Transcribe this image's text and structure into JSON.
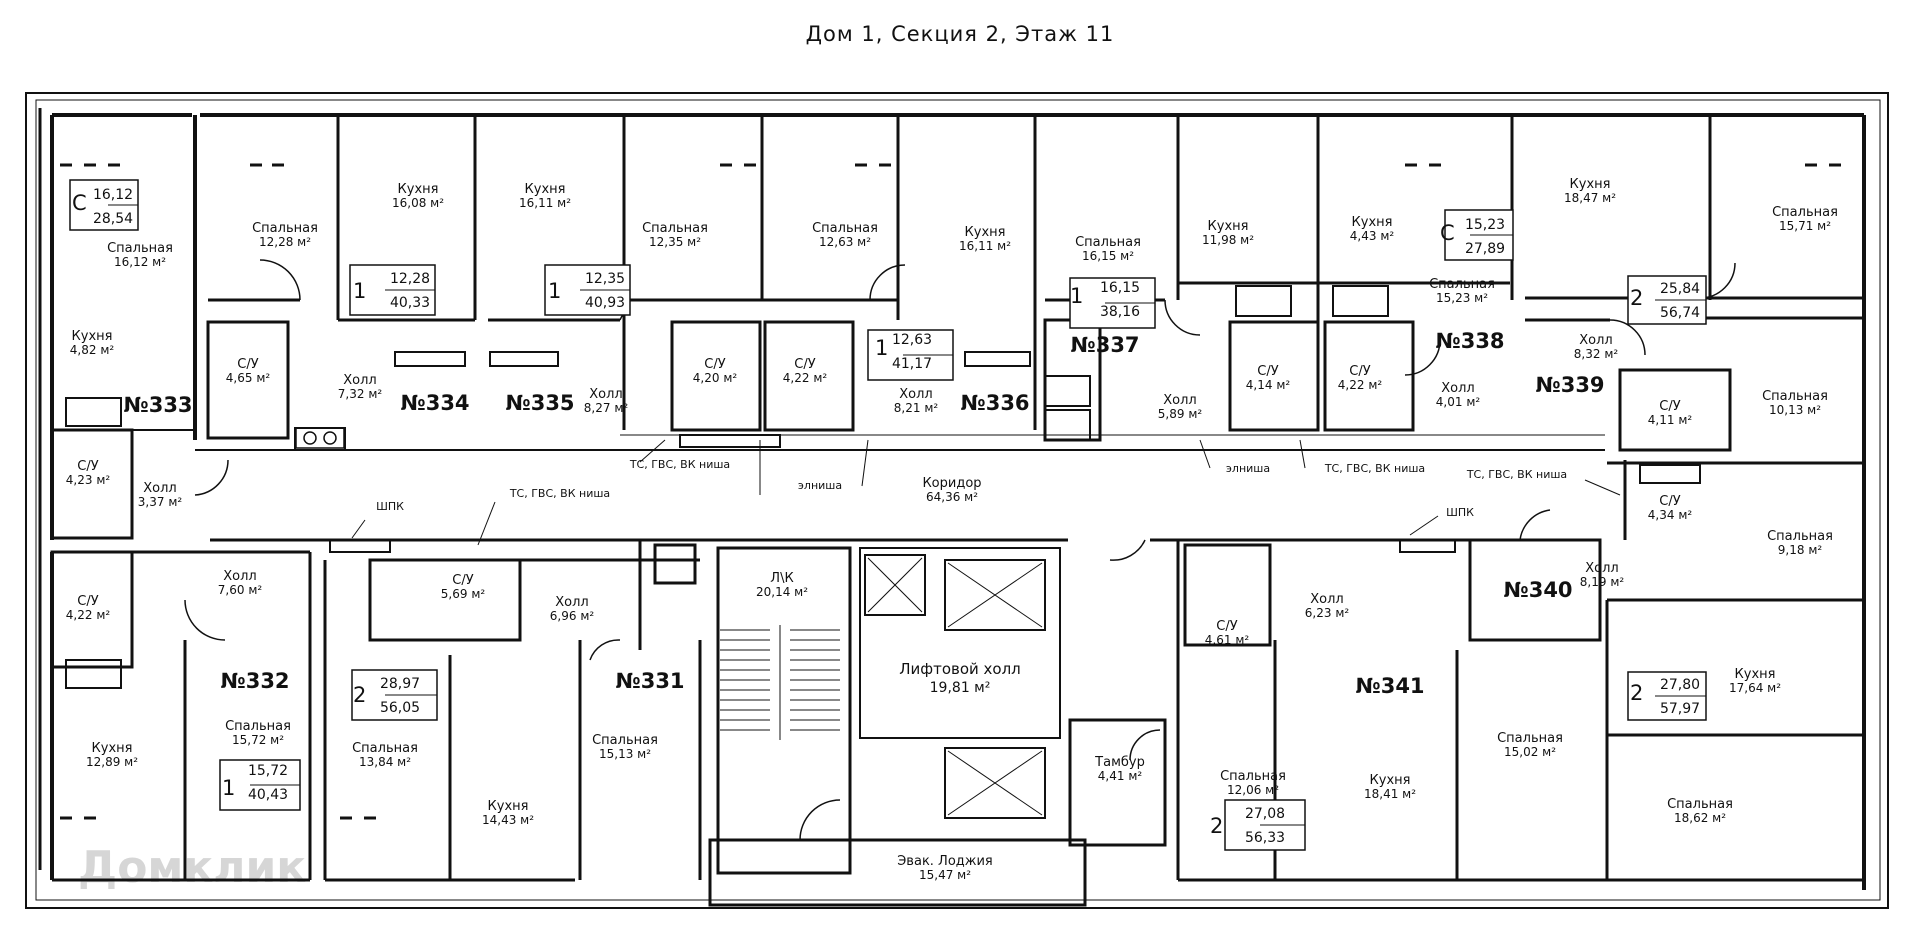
{
  "title": "Дом 1, Секция 2, Этаж 11",
  "watermark": "Домклик",
  "apartments": [
    {
      "number": "№333",
      "rooms": [
        {
          "name": "Спальная",
          "area": "16,12 м²"
        },
        {
          "name": "Кухня",
          "area": "4,82 м²"
        },
        {
          "name": "С/У",
          "area": "4,23 м²"
        },
        {
          "name": "Холл",
          "area": "3,37 м²"
        }
      ],
      "box": {
        "rooms": "С",
        "living": "16,12",
        "total": "28,54"
      }
    },
    {
      "number": "№334",
      "rooms": [
        {
          "name": "Спальная",
          "area": "12,28 м²"
        },
        {
          "name": "Кухня",
          "area": "16,08 м²"
        },
        {
          "name": "С/У",
          "area": "4,65 м²"
        },
        {
          "name": "Холл",
          "area": "7,32 м²"
        }
      ],
      "box": {
        "rooms": "1",
        "living": "12,28",
        "total": "40,33"
      }
    },
    {
      "number": "№335",
      "rooms": [
        {
          "name": "Кухня",
          "area": "16,11 м²"
        },
        {
          "name": "Спальная",
          "area": "12,35 м²"
        },
        {
          "name": "С/У",
          "area": "4,20 м²"
        },
        {
          "name": "Холл",
          "area": "8,27 м²"
        }
      ],
      "box": {
        "rooms": "1",
        "living": "12,35",
        "total": "40,93"
      }
    },
    {
      "number": "№336",
      "rooms": [
        {
          "name": "Спальная",
          "area": "12,63 м²"
        },
        {
          "name": "Кухня",
          "area": "16,11 м²"
        },
        {
          "name": "С/У",
          "area": "4,22 м²"
        },
        {
          "name": "Холл",
          "area": "8,21 м²"
        }
      ],
      "box": {
        "rooms": "1",
        "living": "12,63",
        "total": "41,17"
      }
    },
    {
      "number": "№337",
      "rooms": [
        {
          "name": "Спальная",
          "area": "16,15 м²"
        },
        {
          "name": "Кухня",
          "area": "11,98 м²"
        },
        {
          "name": "С/У",
          "area": "4,14 м²"
        },
        {
          "name": "Холл",
          "area": "5,89 м²"
        }
      ],
      "box": {
        "rooms": "1",
        "living": "16,15",
        "total": "38,16"
      }
    },
    {
      "number": "№338",
      "rooms": [
        {
          "name": "Кухня",
          "area": "4,43 м²"
        },
        {
          "name": "Спальная",
          "area": "15,23 м²"
        },
        {
          "name": "С/У",
          "area": "4,22 м²"
        },
        {
          "name": "Холл",
          "area": "4,01 м²"
        }
      ],
      "box": {
        "rooms": "С",
        "living": "15,23",
        "total": "27,89"
      }
    },
    {
      "number": "№339",
      "rooms": [
        {
          "name": "Кухня",
          "area": "18,47 м²"
        },
        {
          "name": "Спальная",
          "area": "15,71 м²"
        },
        {
          "name": "Холл",
          "area": "8,32 м²"
        },
        {
          "name": "С/У",
          "area": "4,11 м²"
        },
        {
          "name": "Спальная",
          "area": "10,13 м²"
        }
      ],
      "box": {
        "rooms": "2",
        "living": "25,84",
        "total": "56,74"
      }
    },
    {
      "number": "№340",
      "rooms": [
        {
          "name": "С/У",
          "area": "4,34 м²"
        },
        {
          "name": "Спальная",
          "area": "9,18 м²"
        },
        {
          "name": "Холл",
          "area": "8,19 м²"
        },
        {
          "name": "Кухня",
          "area": "17,64 м²"
        },
        {
          "name": "Спальная",
          "area": "18,62 м²"
        }
      ],
      "box": {
        "rooms": "2",
        "living": "27,80",
        "total": "57,97"
      }
    },
    {
      "number": "№341",
      "rooms": [
        {
          "name": "С/У",
          "area": "4,61 м²"
        },
        {
          "name": "Холл",
          "area": "6,23 м²"
        },
        {
          "name": "Спальная",
          "area": "12,06 м²"
        },
        {
          "name": "Кухня",
          "area": "18,41 м²"
        },
        {
          "name": "Спальная",
          "area": "15,02 м²"
        }
      ],
      "box": {
        "rooms": "2",
        "living": "27,08",
        "total": "56,33"
      }
    },
    {
      "number": "№332",
      "rooms": [
        {
          "name": "С/У",
          "area": "4,22 м²"
        },
        {
          "name": "Холл",
          "area": "7,60 м²"
        },
        {
          "name": "Кухня",
          "area": "12,89 м²"
        },
        {
          "name": "Спальная",
          "area": "15,72 м²"
        }
      ],
      "box": {
        "rooms": "1",
        "living": "15,72",
        "total": "40,43"
      }
    },
    {
      "number": "№331",
      "rooms": [
        {
          "name": "С/У",
          "area": "5,69 м²"
        },
        {
          "name": "Холл",
          "area": "6,96 м²"
        },
        {
          "name": "Спальная",
          "area": "13,84 м²"
        },
        {
          "name": "Кухня",
          "area": "14,43 м²"
        },
        {
          "name": "Спальная",
          "area": "15,13 м²"
        }
      ],
      "box": {
        "rooms": "2",
        "living": "28,97",
        "total": "56,05"
      }
    }
  ],
  "common": [
    {
      "name": "Коридор",
      "area": "64,36 м²"
    },
    {
      "name": "Л\\К",
      "area": "20,14 м²"
    },
    {
      "name": "Лифтовой холл",
      "area": "19,81 м²"
    },
    {
      "name": "Тамбур",
      "area": "4,41 м²"
    },
    {
      "name": "Эвак. Лоджия",
      "area": "15,47 м²"
    }
  ],
  "tags": {
    "shpk": "ШПК",
    "niche": "ТС, ГВС, ВК ниша",
    "eniche": "элниша"
  }
}
